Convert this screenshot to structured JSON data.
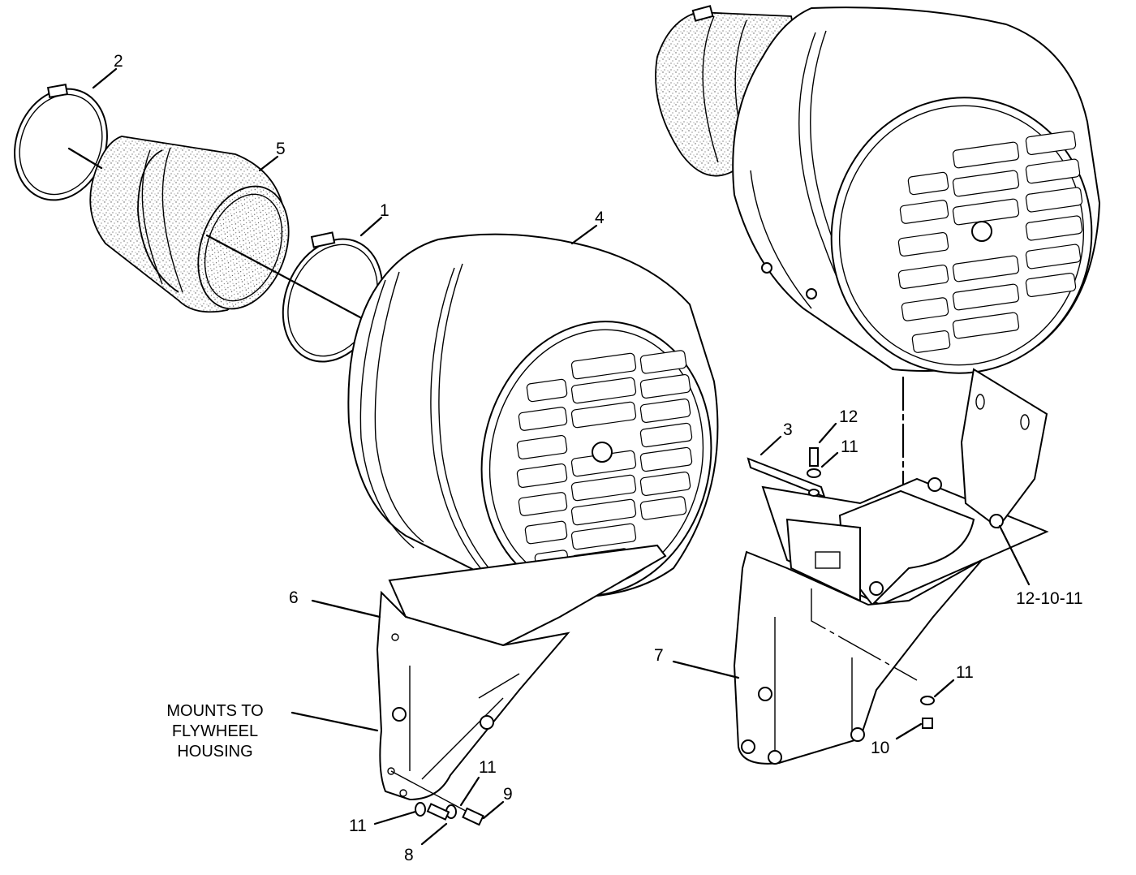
{
  "callouts": {
    "c1": "1",
    "c2": "2",
    "c3": "3",
    "c4": "4",
    "c5": "5",
    "c6": "6",
    "c7": "7",
    "c8": "8",
    "c9": "9",
    "c10": "10",
    "c11_a": "11",
    "c11_b": "11",
    "c11_c": "11",
    "c11_d": "11",
    "c12": "12",
    "c12_10_11": "12-10-11"
  },
  "note": {
    "line1": "MOUNTS TO",
    "line2": "FLYWHEEL",
    "line3": "HOUSING"
  }
}
